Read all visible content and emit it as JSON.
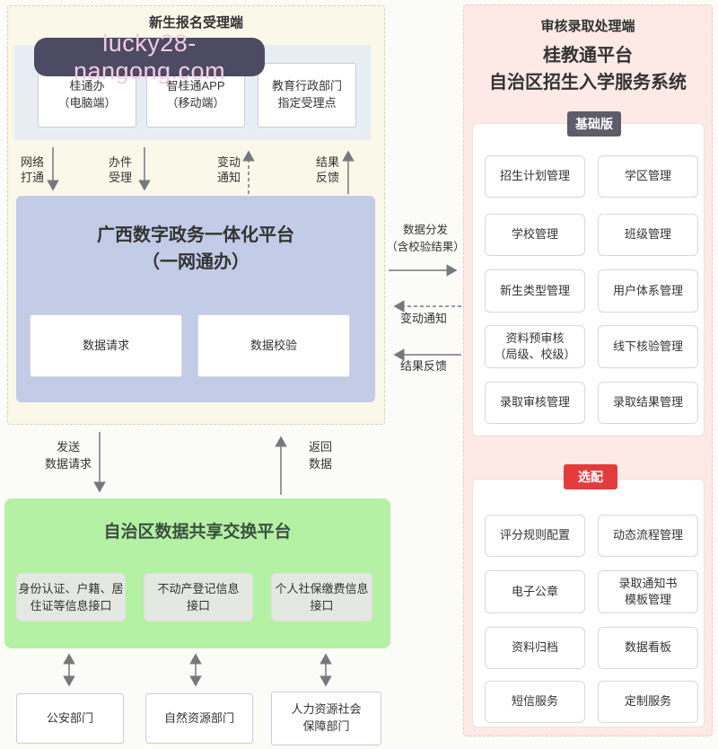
{
  "watermark": "lucky28-nangong.com",
  "left_panel": {
    "title": "新生报名受理端",
    "channels": [
      "桂通办\n（电脑端）",
      "智桂通APP\n（移动端）",
      "教育行政部门\n指定受理点"
    ],
    "flow_labels": [
      "网络\n打通",
      "办件\n受理",
      "变动\n通知",
      "结果\n反馈"
    ],
    "platform_title": "广西数字政务一体化平台\n（一网通办）",
    "platform_modules": [
      "数据请求",
      "数据校验"
    ]
  },
  "links": {
    "data_dispatch": "数据分发\n（含校验结果）",
    "change_notice": "变动通知",
    "result_feedback": "结果反馈",
    "send_request": "发送\n数据请求",
    "return_data": "返回\n数据"
  },
  "exchange": {
    "title": "自治区数据共享交换平台",
    "interfaces": [
      "身份认证、户籍、居\n住证等信息接口",
      "不动产登记信息\n接口",
      "个人社保缴费信息\n接口"
    ],
    "departments": [
      "公安部门",
      "自然资源部门",
      "人力资源社会\n保障部门"
    ]
  },
  "right_panel": {
    "title": "审核录取处理端",
    "platform_name": "桂教通平台",
    "system_name": "自治区招生入学服务系统",
    "basic_badge": "基础版",
    "basic_items": [
      "招生计划管理",
      "学区管理",
      "学校管理",
      "班级管理",
      "新生类型管理",
      "用户体系管理",
      "资料预审核\n（局级、校级）",
      "线下核验管理",
      "录取审核管理",
      "录取结果管理"
    ],
    "optional_badge": "选配",
    "optional_items": [
      "评分规则配置",
      "动态流程管理",
      "电子公章",
      "录取通知书\n模板管理",
      "资料归档",
      "数据看板",
      "短信服务",
      "定制服务"
    ]
  },
  "colors": {
    "cream_panel": "#faf8e9",
    "inner_panel": "#e8edf4",
    "blue_box": "#c3cce6",
    "green_box": "#b5f1a5",
    "pink_panel": "#fdeae7",
    "basic_badge_bg": "#5d5c68",
    "optional_badge_bg": "#e23c3c",
    "watermark_bg": "#4c4b63",
    "watermark_text": "#f2cbe2",
    "arrow": "#75797e"
  }
}
